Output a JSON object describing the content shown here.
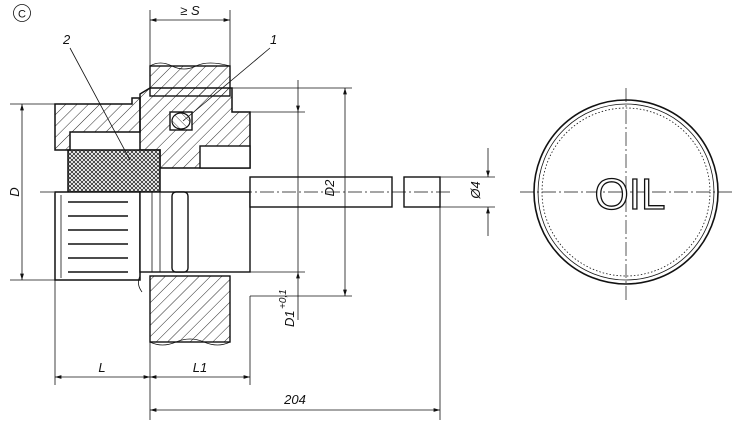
{
  "variant_mark": "C",
  "labels": {
    "S": "≥ S",
    "part1": "1",
    "part2": "2",
    "D": "D",
    "D1": "D1",
    "D1_tol": "+0,1",
    "D2": "D2",
    "dia4": "Ø4",
    "L": "L",
    "L1": "L1",
    "length": "204",
    "oil": "OIL"
  }
}
